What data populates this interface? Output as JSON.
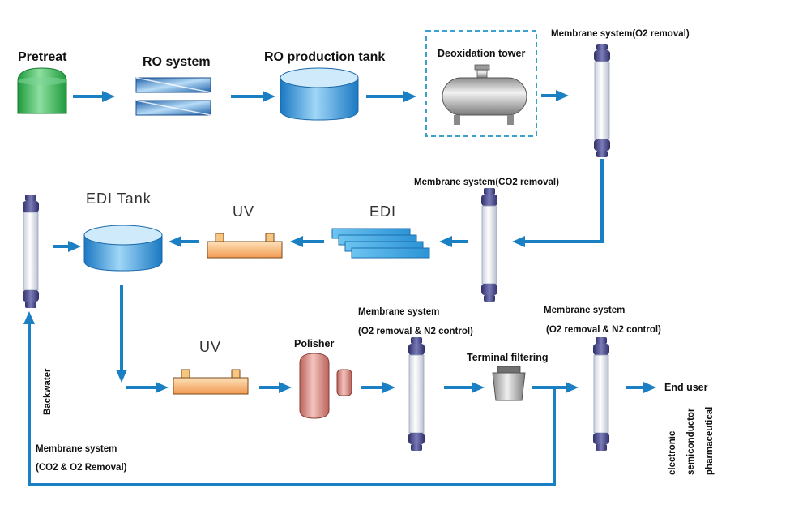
{
  "labels": {
    "pretreat": "Pretreat",
    "ro_system": "RO system",
    "ro_tank": "RO production tank",
    "deox_tower": "Deoxidation tower",
    "mem_o2": "Membrane system(O2 removal)",
    "mem_co2": "Membrane system(CO2 removal)",
    "edi_tank": "EDI Tank",
    "uv_top": "UV",
    "edi": "EDI",
    "uv_bottom": "UV",
    "polisher": "Polisher",
    "mem_n2_a_line1": "Membrane system",
    "mem_n2_a_line2": "(O2 removal & N2 control)",
    "terminal": "Terminal filtering",
    "mem_n2_b_line1": "Membrane system",
    "mem_n2_b_line2": "(O2 removal & N2 control)",
    "end_user": "End user",
    "backwater": "Backwater",
    "mem_co2o2_line1": "Membrane system",
    "mem_co2o2_line2": "(CO2 & O2 Removal)",
    "users": [
      "electronic",
      "semiconductor",
      "pharmaceutical"
    ]
  },
  "colors": {
    "flow_line": "#1b7fc4",
    "pretreat_tank": "#2fb44e",
    "water_tank": "#2a8fd4",
    "uv_unit": "#f6b87a",
    "polisher": "#d98c86",
    "dashed_box": "#3aa0d0"
  }
}
